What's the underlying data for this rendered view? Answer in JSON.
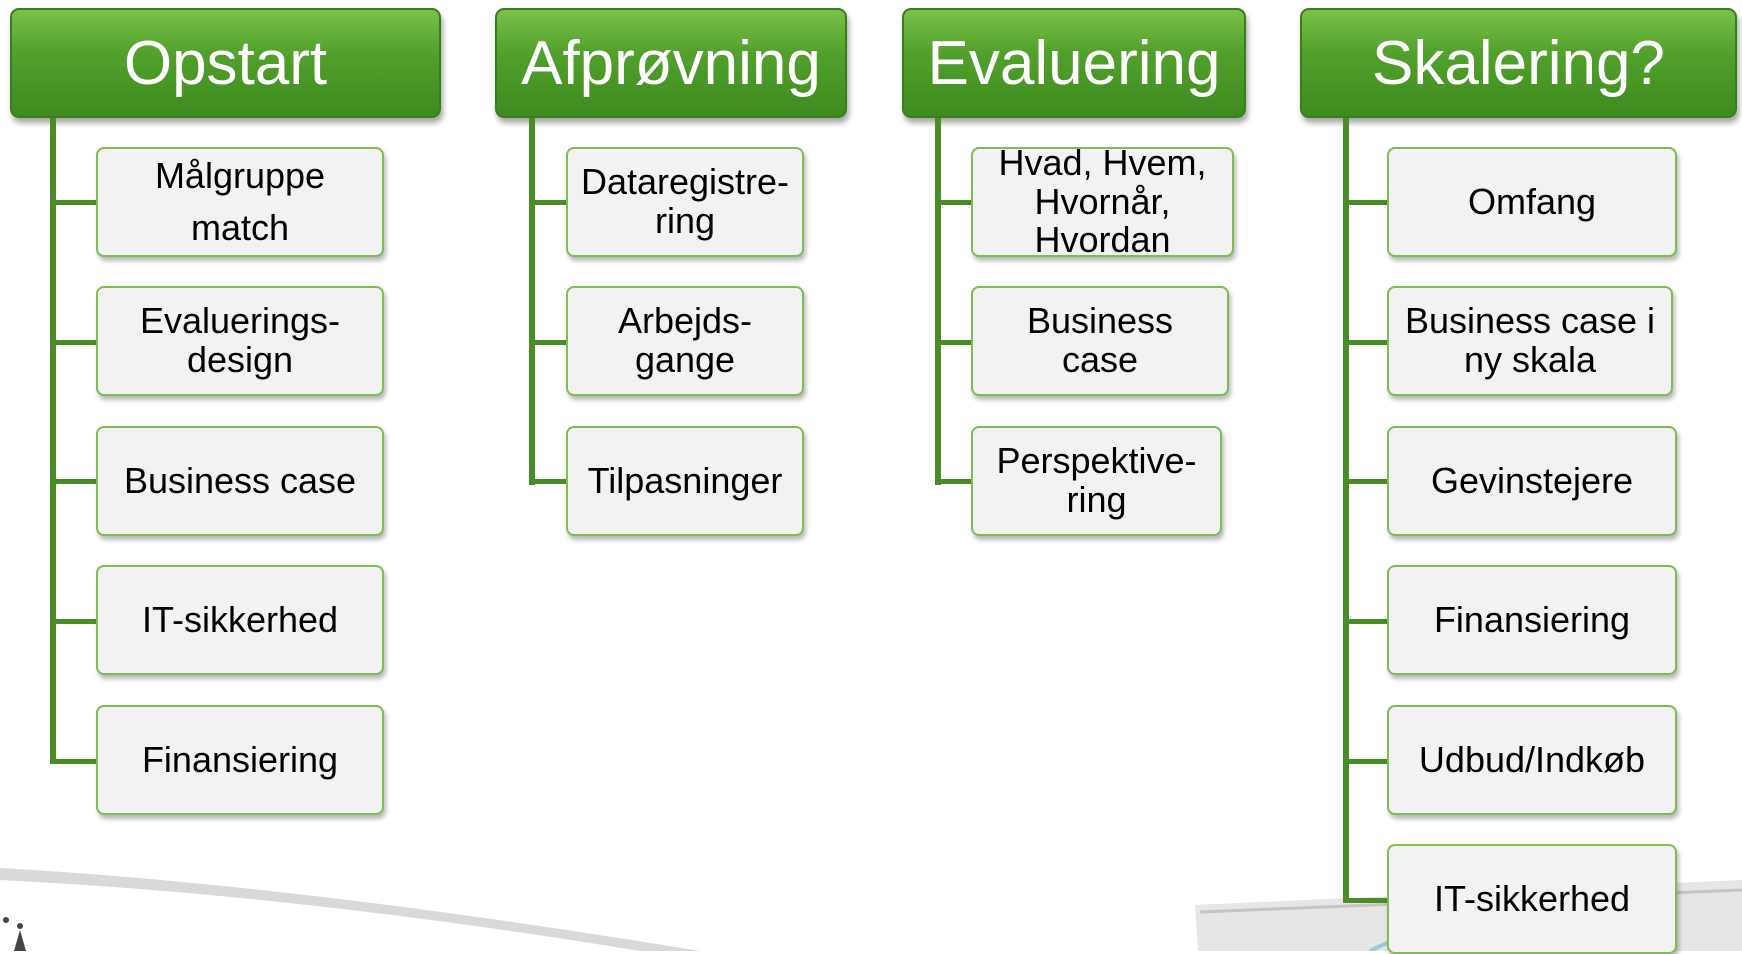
{
  "columns": [
    {
      "title": "Opstart",
      "items": [
        "Målgruppe\nmatch",
        "Evaluerings-\ndesign",
        "Business case",
        "IT-sikkerhed",
        "Finansiering"
      ]
    },
    {
      "title": "Afprøvning",
      "items": [
        "Dataregistre-\nring",
        "Arbejds-\ngange",
        "Tilpasninger"
      ]
    },
    {
      "title": "Evaluering",
      "items": [
        "Hvad, Hvem,\nHvornår,\nHvordan",
        "Business\ncase",
        "Perspektive-\nring"
      ]
    },
    {
      "title": "Skalering?",
      "items": [
        "Omfang",
        "Business case i\nny skala",
        "Gevinstejere",
        "Finansiering",
        "Udbud/Indkøb",
        "IT-sikkerhed"
      ]
    }
  ],
  "colors": {
    "header_green": "#52a12c",
    "connector_green": "#4a8c26",
    "card_border": "#7cbe52",
    "card_fill": "#f2f2f2"
  }
}
